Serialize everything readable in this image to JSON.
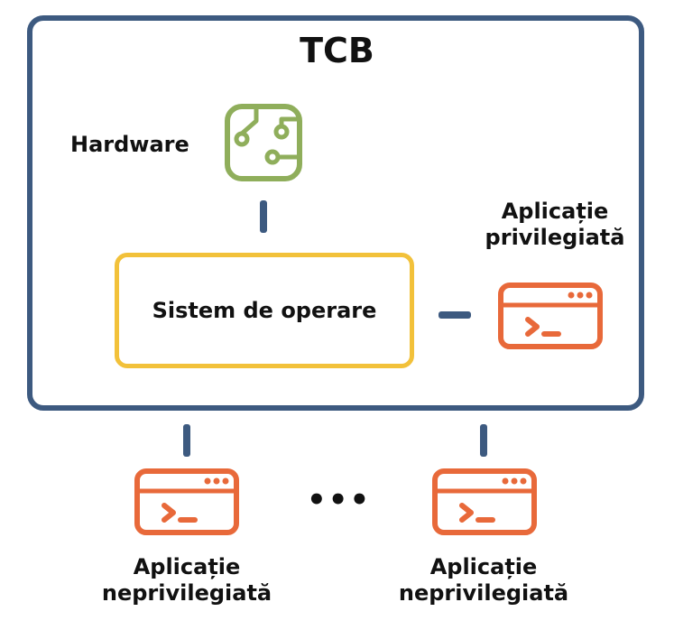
{
  "diagram": {
    "tcb_title": "TCB",
    "hardware_label": "Hardware",
    "os_label": "Sistem de operare",
    "privileged_app_line1": "Aplicație",
    "privileged_app_line2": "privilegiată",
    "unprivileged_app_1_line1": "Aplicație",
    "unprivileged_app_1_line2": "neprivilegiată",
    "unprivileged_app_2_line1": "Aplicație",
    "unprivileged_app_2_line2": "neprivilegiată",
    "ellipsis": "•••"
  },
  "colors": {
    "tcb_border": "#3d5a80",
    "hardware_icon": "#8fae5b",
    "os_border": "#f2c13a",
    "app_icon": "#e8693a",
    "text": "#111111"
  },
  "icons": {
    "hardware": "circuit-board-icon",
    "app": "terminal-window-icon"
  }
}
